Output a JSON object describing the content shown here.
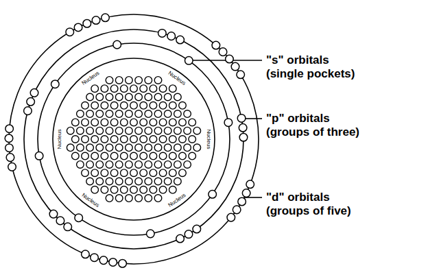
{
  "diagram": {
    "labels": [
      "Nucleus",
      "Nucleus",
      "Nucleus",
      "Nucleus",
      "Nucleus",
      "Nucleus",
      "\"s\" orbitals (single pockets)",
      "\"p\" orbitals (groups of three)",
      "\"d\" orbitals (groups of five)"
    ]
  }
}
